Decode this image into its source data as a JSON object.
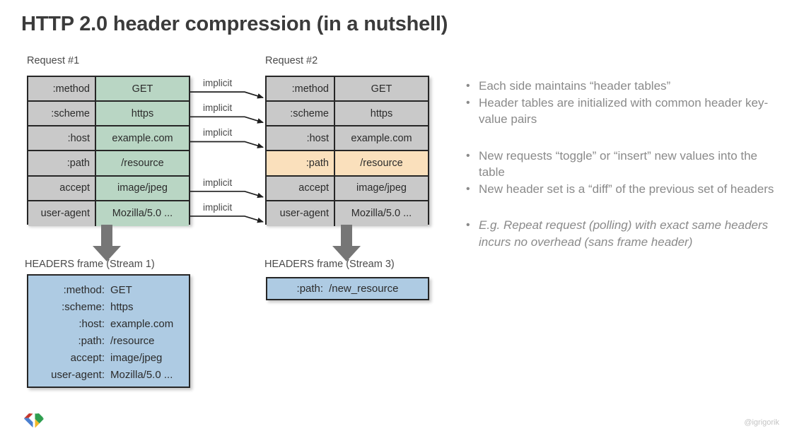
{
  "slide": {
    "title": "HTTP 2.0 header compression (in a nutshell)",
    "handle": "@igrigorik",
    "logo_name": "google-developers-logo"
  },
  "request1": {
    "caption": "Request #1",
    "rows": [
      {
        "key": ":method",
        "value": "GET",
        "highlight": "green"
      },
      {
        "key": ":scheme",
        "value": "https",
        "highlight": "green"
      },
      {
        "key": ":host",
        "value": "example.com",
        "highlight": "green"
      },
      {
        "key": ":path",
        "value": "/resource",
        "highlight": "green"
      },
      {
        "key": "accept",
        "value": "image/jpeg",
        "highlight": "green"
      },
      {
        "key": "user-agent",
        "value": "Mozilla/5.0 ...",
        "highlight": "green"
      }
    ]
  },
  "request2": {
    "caption": "Request #2",
    "rows": [
      {
        "key": ":method",
        "value": "GET",
        "highlight": "none"
      },
      {
        "key": ":scheme",
        "value": "https",
        "highlight": "none"
      },
      {
        "key": ":host",
        "value": "example.com",
        "highlight": "none"
      },
      {
        "key": ":path",
        "value": "/resource",
        "highlight": "peach"
      },
      {
        "key": "accept",
        "value": "image/jpeg",
        "highlight": "none"
      },
      {
        "key": "user-agent",
        "value": "Mozilla/5.0 ...",
        "highlight": "none"
      }
    ]
  },
  "arrows": {
    "label": "implicit",
    "rows": [
      0,
      1,
      2,
      4,
      5
    ]
  },
  "frame1": {
    "caption": "HEADERS frame (Stream 1)",
    "lines": [
      {
        "key": ":method:",
        "value": "GET"
      },
      {
        "key": ":scheme:",
        "value": "https"
      },
      {
        "key": ":host:",
        "value": "example.com"
      },
      {
        "key": ":path:",
        "value": "/resource"
      },
      {
        "key": "accept:",
        "value": "image/jpeg"
      },
      {
        "key": "user-agent:",
        "value": "Mozilla/5.0 ..."
      }
    ]
  },
  "frame2": {
    "caption": "HEADERS frame (Stream 3)",
    "lines": [
      {
        "key": ":path:",
        "value": "/new_resource"
      }
    ]
  },
  "bullets": [
    {
      "text": "Each side maintains “header tables”",
      "italic": false
    },
    {
      "text": "Header tables are initialized with common header key-value pairs",
      "italic": false
    },
    {
      "text": "New requests “toggle” or “insert” new values into the table",
      "italic": false
    },
    {
      "text": "New header set is a “diff” of the previous  set of headers",
      "italic": false
    },
    {
      "text": "E.g. Repeat request (polling) with exact same headers incurs no overhead (sans frame header)",
      "italic": true
    }
  ],
  "colors": {
    "green_cell": "#b9d6c4",
    "gray_cell": "#c9c9c9",
    "peach_cell": "#fae0bc",
    "blue_frame": "#aecbe3",
    "arrow_gray": "#767676",
    "title_text": "#3b3b3b",
    "bullet_text": "#8a8a8a"
  }
}
